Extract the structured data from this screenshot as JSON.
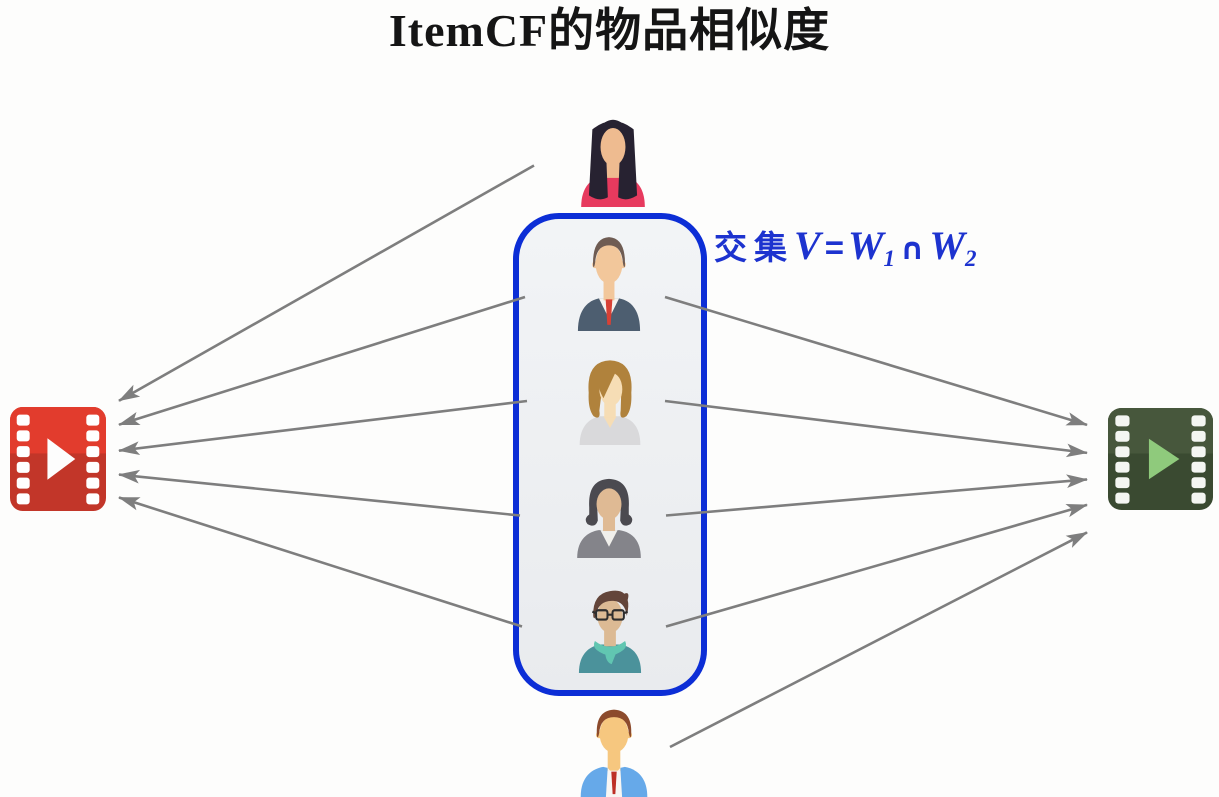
{
  "page": {
    "background": "#fdfdfc"
  },
  "title": {
    "text": "ItemCF的物品相似度",
    "color": "#151515"
  },
  "intersection": {
    "label_text": "交集 𝒱 = 𝒲₁ ∩ 𝒲₂",
    "label_color": "#1d33cf",
    "label_parts": {
      "prefix": "交集",
      "v": "V",
      "eq": "=",
      "w1": "W",
      "sub1": "1",
      "cap": "∩",
      "w2": "W",
      "sub2": "2"
    },
    "box_border_color": "#0c2ed6",
    "box_fill_top": "#f2f4f6",
    "box_fill_bottom": "#e9ebee"
  },
  "nodes": {
    "users": [
      {
        "id": "user-top",
        "name": "woman-long-dark-hair",
        "position": "above-intersection-box",
        "style": "long-hair-woman",
        "colors": {
          "hair": "#272231",
          "skin": "#eebb90",
          "shirt": "#e73a5e"
        }
      },
      {
        "id": "user-a",
        "name": "man-in-suit",
        "position": "inside-intersection-box",
        "style": "suit-man",
        "colors": {
          "hair": "#6f5c53",
          "skin": "#f2c79b",
          "suit": "#4d5e70",
          "shirt2": "#f4f2ef",
          "tie": "#d84135"
        }
      },
      {
        "id": "user-b",
        "name": "woman-blonde-swept-hair",
        "position": "inside-intersection-box",
        "style": "swept-hair-woman",
        "colors": {
          "hair": "#b0823c",
          "skin": "#f6ddb5",
          "top": "#d9d9db"
        }
      },
      {
        "id": "user-c",
        "name": "woman-gray-hair",
        "position": "inside-intersection-box",
        "style": "bun-hair-woman",
        "colors": {
          "hair": "#4b4a50",
          "skin": "#dfba94",
          "jacket": "#84848a",
          "inner": "#f0efeb"
        }
      },
      {
        "id": "user-d",
        "name": "man-glasses-scarf",
        "position": "inside-intersection-box",
        "style": "glasses-man",
        "colors": {
          "hair": "#63453a",
          "skin": "#dcba94",
          "top": "#4b929b",
          "scarf": "#61c6b1",
          "glasses": "#2e2e2e"
        }
      },
      {
        "id": "user-bottom",
        "name": "man-blue-jacket-red-tie",
        "position": "below-intersection-box",
        "style": "shirt-man",
        "colors": {
          "hair": "#8c4b2c",
          "skin": "#f6c77f",
          "shirt": "#f8f6f3",
          "tie": "#bd3026",
          "jacket": "#66a9e9"
        }
      }
    ],
    "items": [
      {
        "id": "movie-left",
        "name": "video-item-red",
        "colors": {
          "body_top": "#e23c2d",
          "body_bottom": "#c23629",
          "triangle": "#fdfdfd",
          "holes": "#ffffff"
        }
      },
      {
        "id": "movie-right",
        "name": "video-item-green",
        "colors": {
          "body_top": "#47573c",
          "body_bottom": "#3a4a31",
          "triangle": "#8fca7c",
          "holes": "#f4f6f2"
        }
      }
    ]
  },
  "edges": [
    {
      "from": "user-top",
      "to": "movie-left"
    },
    {
      "from": "user-a",
      "to": "movie-left"
    },
    {
      "from": "user-b",
      "to": "movie-left"
    },
    {
      "from": "user-c",
      "to": "movie-left"
    },
    {
      "from": "user-d",
      "to": "movie-left"
    },
    {
      "from": "user-a",
      "to": "movie-right"
    },
    {
      "from": "user-b",
      "to": "movie-right"
    },
    {
      "from": "user-c",
      "to": "movie-right"
    },
    {
      "from": "user-d",
      "to": "movie-right"
    },
    {
      "from": "user-bottom",
      "to": "movie-right"
    }
  ],
  "arrow_style": {
    "color": "#7e7e7e"
  }
}
